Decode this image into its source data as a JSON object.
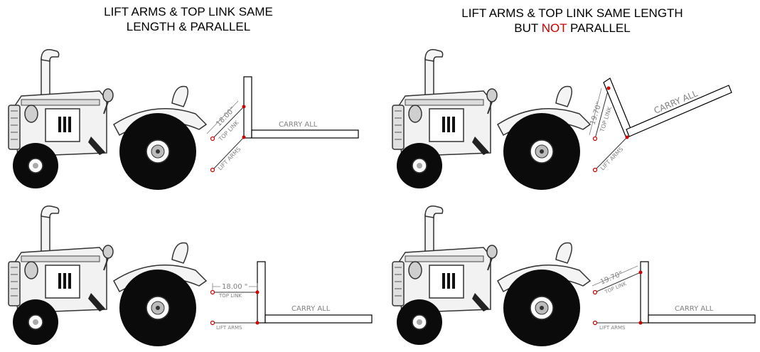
{
  "titles": {
    "left_line1": "LIFT ARMS & TOP LINK SAME",
    "left_line2": "LENGTH & PARALLEL",
    "right_line1": "LIFT ARMS & TOP LINK SAME LENGTH",
    "right_line2_pre": "BUT ",
    "right_line2_red": "NOT",
    "right_line2_post": " PARALLEL"
  },
  "labels": {
    "carry_all": "CARRY ALL",
    "top_link": "TOP LINK",
    "lift_arms": "LIFT ARMS"
  },
  "dimensions": {
    "parallel": "18.00\"",
    "parallel_bottom": "18.00 \"",
    "not_parallel": "19.70\""
  },
  "colors": {
    "accent_red": "#cc0000",
    "label_gray": "#808080"
  }
}
